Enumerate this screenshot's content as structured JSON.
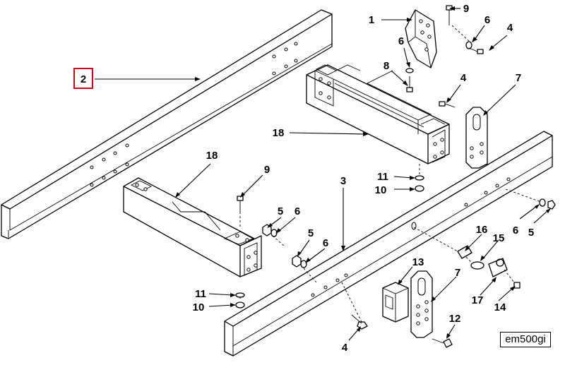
{
  "diagram": {
    "selected_callout": "2",
    "drawing_code": "em500gi",
    "callouts": {
      "c1": "1",
      "c2": "2",
      "c3": "3",
      "c4a": "4",
      "c4b": "4",
      "c4c": "4",
      "c5a": "5",
      "c5b": "5",
      "c5c": "5",
      "c6a": "6",
      "c6b": "6",
      "c6c": "6",
      "c6d": "6",
      "c6e": "6",
      "c7a": "7",
      "c7b": "7",
      "c8": "8",
      "c9a": "9",
      "c9b": "9",
      "c10a": "10",
      "c10b": "10",
      "c11a": "11",
      "c11b": "11",
      "c12": "12",
      "c13": "13",
      "c14": "14",
      "c15": "15",
      "c16": "16",
      "c17": "17",
      "c18a": "18",
      "c18b": "18"
    }
  }
}
